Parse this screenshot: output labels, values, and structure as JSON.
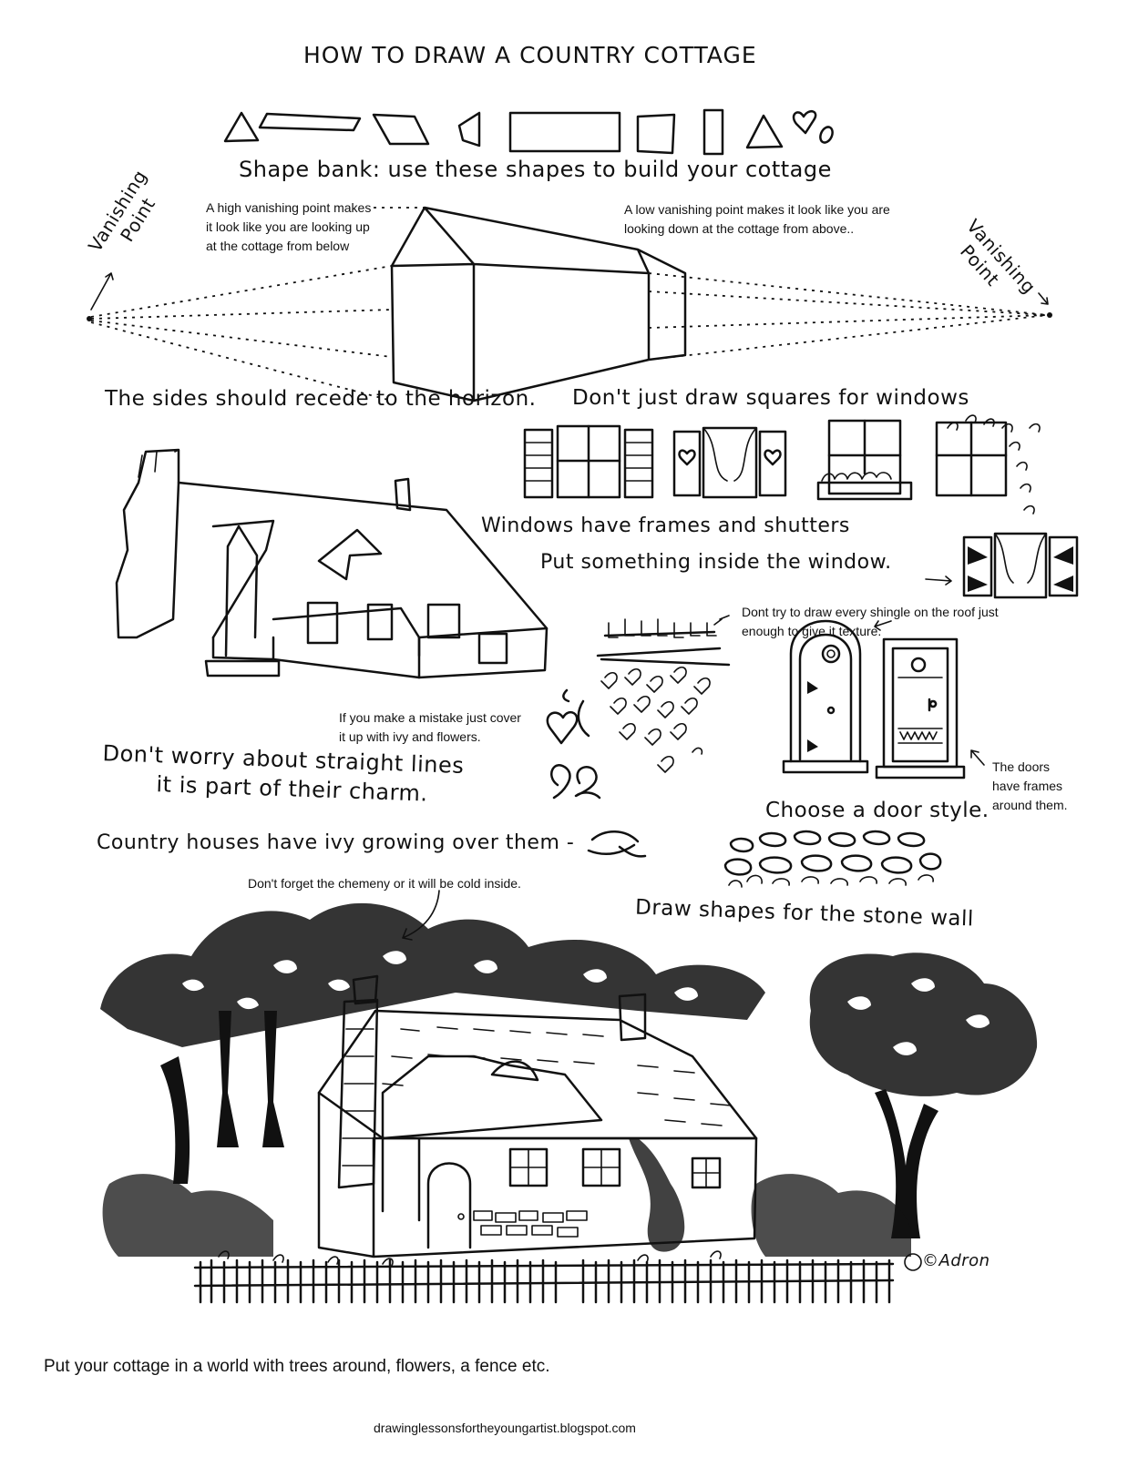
{
  "title": "HOW TO DRAW A COUNTRY COTTAGE",
  "shape_bank_caption": "Shape bank: use these shapes to build your cottage",
  "vanishing_left": [
    "Vanishing",
    "Point"
  ],
  "vanishing_right": [
    "Vanishing",
    "Point"
  ],
  "note_high_vp": [
    "A high vanishing point makes",
    "it look like you are looking up",
    "at the cottage from below"
  ],
  "note_low_vp": [
    "A low vanishing point makes it look like you are",
    "looking down at the cottage from above.."
  ],
  "sides_caption": "The sides should recede to the horizon.",
  "windows_caption": "Don't just draw squares for windows",
  "windows_frames": "Windows have frames and shutters",
  "put_inside": "Put something inside the window.",
  "shingle_note": [
    "Dont try to draw every shingle on the roof just",
    "enough to give it texture."
  ],
  "mistake_note": [
    "If you make a mistake just cover",
    "it up with ivy and flowers."
  ],
  "straight_lines": [
    "Don't worry about straight lines",
    "it is part of their charm."
  ],
  "doors_note": [
    "The doors",
    "have frames",
    "around them."
  ],
  "door_style": "Choose a door style.",
  "ivy_caption": "Country houses have ivy growing over them -",
  "chimney_note": "Don't forget the chemeny or it will be cold inside.",
  "stone_caption": "Draw shapes for the stone wall",
  "signature": "©Adron",
  "bottom_caption": "Put your cottage in a world with trees around, flowers, a fence etc.",
  "footer_url": "drawinglessonsfortheyoungartist.blogspot.com"
}
